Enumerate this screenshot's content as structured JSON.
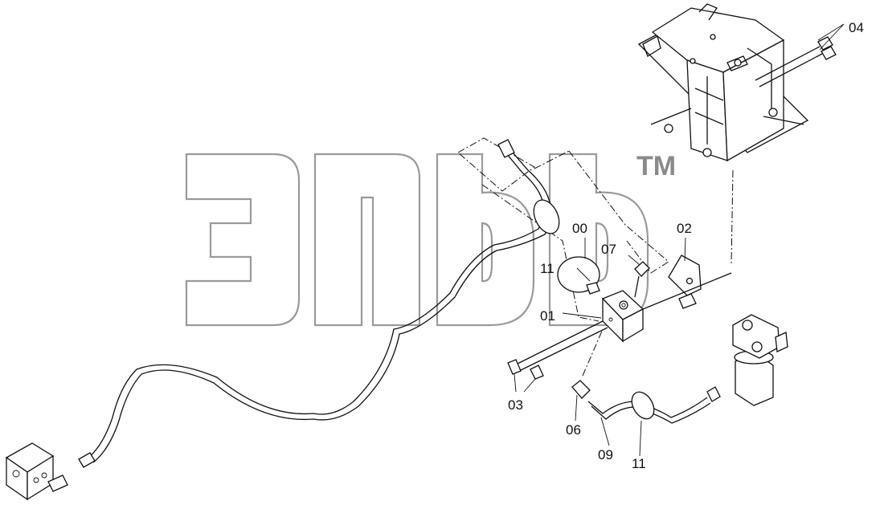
{
  "watermark": {
    "trademark": "TM"
  },
  "callouts": [
    {
      "key": "04",
      "text": "04"
    },
    {
      "key": "00",
      "text": "00"
    },
    {
      "key": "02",
      "text": "02"
    },
    {
      "key": "07",
      "text": "07"
    },
    {
      "key": "11a",
      "text": "11"
    },
    {
      "key": "01",
      "text": "01"
    },
    {
      "key": "03",
      "text": "03"
    },
    {
      "key": "06",
      "text": "06"
    },
    {
      "key": "09",
      "text": "09"
    },
    {
      "key": "11b",
      "text": "11"
    }
  ],
  "colors": {
    "line": "#111111",
    "watermark": "#9a9a9a",
    "background": "#ffffff"
  }
}
